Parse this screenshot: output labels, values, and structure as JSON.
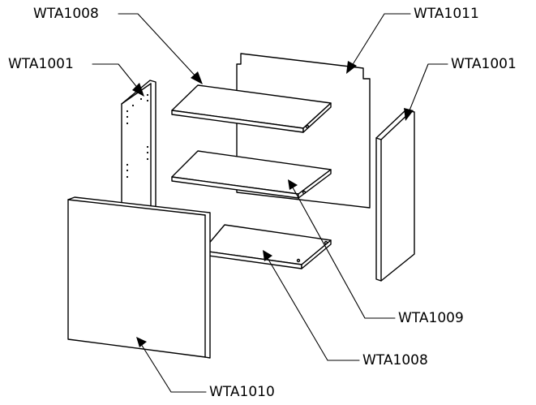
{
  "labels": {
    "shelf_top": "WTA1008",
    "back_panel": "WTA1011",
    "left_side_panel": "WTA1001",
    "right_side_panel": "WTA1001",
    "shelf_middle": "WTA1009",
    "shelf_bottom": "WTA1008",
    "door_panel": "WTA1010"
  },
  "colors": {
    "line": "#000000",
    "face": "#ffffff",
    "edge_fill": "#ffffff"
  }
}
